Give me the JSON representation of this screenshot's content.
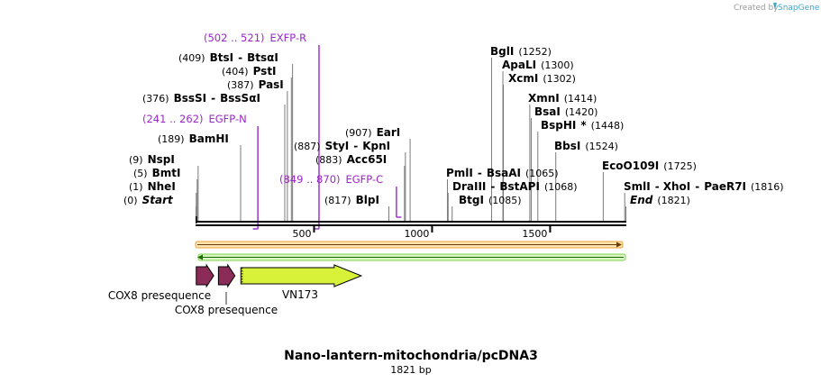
{
  "credit": "Created by",
  "brand": "SnapGene",
  "title": "Nano-lantern-mitochondria/pcDNA3",
  "subtitle": "1821 bp",
  "ticks": [
    {
      "value": 500,
      "label": "500"
    },
    {
      "value": 1000,
      "label": "1000"
    },
    {
      "value": 1500,
      "label": "1500"
    }
  ],
  "enzyme_rows": [
    {
      "id": "start",
      "parts": [
        {
          "t": "(0)",
          "k": "pos"
        },
        {
          "t": "Start",
          "k": "italic"
        }
      ],
      "line_bp": [
        0
      ]
    },
    {
      "id": "nhei",
      "parts": [
        {
          "t": "(1)",
          "k": "pos"
        },
        {
          "t": "NheI",
          "k": "enz"
        }
      ],
      "line_bp": [
        1
      ]
    },
    {
      "id": "bmti",
      "parts": [
        {
          "t": "(5)",
          "k": "pos"
        },
        {
          "t": "BmtI",
          "k": "enz"
        }
      ],
      "line_bp": [
        5
      ]
    },
    {
      "id": "nspi",
      "parts": [
        {
          "t": "(9)",
          "k": "pos"
        },
        {
          "t": "NspI",
          "k": "enz"
        }
      ],
      "line_bp": [
        9
      ]
    },
    {
      "id": "bamhi",
      "parts": [
        {
          "t": "(189)",
          "k": "pos"
        },
        {
          "t": "BamHI",
          "k": "enz"
        }
      ],
      "line_bp": [
        189
      ]
    },
    {
      "id": "bsssi",
      "parts": [
        {
          "t": "(376)",
          "k": "pos"
        },
        {
          "t": "BssSI",
          "k": "enz"
        },
        {
          "t": "-",
          "k": "sep"
        },
        {
          "t": "BssSαI",
          "k": "enz"
        }
      ],
      "line_bp": [
        376
      ]
    },
    {
      "id": "pasi",
      "parts": [
        {
          "t": "(387)",
          "k": "pos"
        },
        {
          "t": "PasI",
          "k": "enz"
        }
      ],
      "line_bp": [
        387
      ]
    },
    {
      "id": "psti",
      "parts": [
        {
          "t": "(404)",
          "k": "pos"
        },
        {
          "t": "PstI",
          "k": "enz"
        }
      ],
      "line_bp": [
        404
      ]
    },
    {
      "id": "btsi",
      "parts": [
        {
          "t": "(409)",
          "k": "pos"
        },
        {
          "t": "BtsI",
          "k": "enz"
        },
        {
          "t": "-",
          "k": "sep"
        },
        {
          "t": "BtsαI",
          "k": "enz"
        }
      ],
      "line_bp": [
        409
      ]
    },
    {
      "id": "blpi",
      "parts": [
        {
          "t": "(817)",
          "k": "pos"
        },
        {
          "t": "BlpI",
          "k": "enz"
        }
      ],
      "line_bp": [
        817
      ]
    },
    {
      "id": "acc65i",
      "parts": [
        {
          "t": "(883)",
          "k": "pos"
        },
        {
          "t": "Acc65I",
          "k": "enz"
        }
      ],
      "line_bp": [
        883
      ]
    },
    {
      "id": "styi",
      "parts": [
        {
          "t": "(887)",
          "k": "pos"
        },
        {
          "t": "StyI",
          "k": "enz"
        },
        {
          "t": "-",
          "k": "sep"
        },
        {
          "t": "KpnI",
          "k": "enz"
        }
      ],
      "line_bp": [
        887
      ]
    },
    {
      "id": "eari",
      "parts": [
        {
          "t": "(907)",
          "k": "pos"
        },
        {
          "t": "EarI",
          "k": "enz"
        }
      ],
      "line_bp": [
        907
      ]
    },
    {
      "id": "pmli",
      "parts": [
        {
          "t": "PmlI",
          "k": "enz"
        },
        {
          "t": "-",
          "k": "sep"
        },
        {
          "t": "BsaAI",
          "k": "enz"
        },
        {
          "t": "(1065)",
          "k": "pos"
        }
      ],
      "line_bp": [
        1065
      ]
    },
    {
      "id": "draiii",
      "parts": [
        {
          "t": "DraIII",
          "k": "enz"
        },
        {
          "t": "-",
          "k": "sep"
        },
        {
          "t": "BstAPI",
          "k": "enz"
        },
        {
          "t": "(1068)",
          "k": "pos"
        }
      ],
      "line_bp": [
        1068
      ]
    },
    {
      "id": "btgi",
      "parts": [
        {
          "t": "BtgI",
          "k": "enz"
        },
        {
          "t": "(1085)",
          "k": "pos"
        }
      ],
      "line_bp": [
        1085
      ]
    },
    {
      "id": "bgli",
      "parts": [
        {
          "t": "BglI",
          "k": "enz"
        },
        {
          "t": "(1252)",
          "k": "pos"
        }
      ],
      "line_bp": [
        1252
      ]
    },
    {
      "id": "apali",
      "parts": [
        {
          "t": "ApaLI",
          "k": "enz"
        },
        {
          "t": "(1300)",
          "k": "pos"
        }
      ],
      "line_bp": [
        1300
      ]
    },
    {
      "id": "xcmi",
      "parts": [
        {
          "t": "XcmI",
          "k": "enz"
        },
        {
          "t": "(1302)",
          "k": "pos"
        }
      ],
      "line_bp": [
        1302
      ]
    },
    {
      "id": "xmni",
      "parts": [
        {
          "t": "XmnI",
          "k": "enz"
        },
        {
          "t": "(1414)",
          "k": "pos"
        }
      ],
      "line_bp": [
        1414
      ]
    },
    {
      "id": "bsai",
      "parts": [
        {
          "t": "BsaI",
          "k": "enz"
        },
        {
          "t": "(1420)",
          "k": "pos"
        }
      ],
      "line_bp": [
        1420
      ]
    },
    {
      "id": "bsphi",
      "parts": [
        {
          "t": "BspHI",
          "k": "enz"
        },
        {
          "t": "*",
          "k": "enz"
        },
        {
          "t": "(1448)",
          "k": "pos"
        }
      ],
      "line_bp": [
        1448
      ]
    },
    {
      "id": "bbsi",
      "parts": [
        {
          "t": "BbsI",
          "k": "enz"
        },
        {
          "t": "(1524)",
          "k": "pos"
        }
      ],
      "line_bp": [
        1524
      ]
    },
    {
      "id": "ecoo109i",
      "parts": [
        {
          "t": "EcoO109I",
          "k": "enz"
        },
        {
          "t": "(1725)",
          "k": "pos"
        }
      ],
      "line_bp": [
        1725
      ]
    },
    {
      "id": "smli",
      "parts": [
        {
          "t": "SmlI",
          "k": "enz"
        },
        {
          "t": "-",
          "k": "sep"
        },
        {
          "t": "XhoI",
          "k": "enz"
        },
        {
          "t": "-",
          "k": "sep"
        },
        {
          "t": "PaeR7I",
          "k": "enz"
        },
        {
          "t": "(1816)",
          "k": "pos"
        }
      ],
      "line_bp": [
        1816
      ]
    },
    {
      "id": "end",
      "parts": [
        {
          "t": "End",
          "k": "italic"
        },
        {
          "t": "(1821)",
          "k": "pos"
        }
      ],
      "line_bp": [
        1821
      ]
    }
  ],
  "primers": [
    {
      "id": "exfp-r",
      "range": "(502 .. 521)",
      "name": "EXFP-R",
      "start": 502,
      "end": 521,
      "direction": "reverse"
    },
    {
      "id": "egfp-n",
      "range": "(241 .. 262)",
      "name": "EGFP-N",
      "start": 241,
      "end": 262,
      "direction": "reverse"
    },
    {
      "id": "egfp-c",
      "range": "(849 .. 870)",
      "name": "EGFP-C",
      "start": 849,
      "end": 870,
      "direction": "forward"
    }
  ],
  "features": [
    {
      "id": "cox8-1",
      "name": "COX8 presequence",
      "start": 1,
      "end": 75,
      "color": "#8b2b57"
    },
    {
      "id": "cox8-2",
      "name": "COX8 presequence",
      "start": 95,
      "end": 165,
      "color": "#8b2b57"
    },
    {
      "id": "vn173",
      "name": "VN173",
      "start": 190,
      "end": 700,
      "color": "#d8f23a"
    }
  ],
  "colors": {
    "backbone": "#000000",
    "forward_strand": "#f0a233",
    "reverse_strand": "#7fd64b",
    "primer": "#9b27c9",
    "cut_line": "#7a7a7a",
    "brand": "#41a6cf"
  }
}
